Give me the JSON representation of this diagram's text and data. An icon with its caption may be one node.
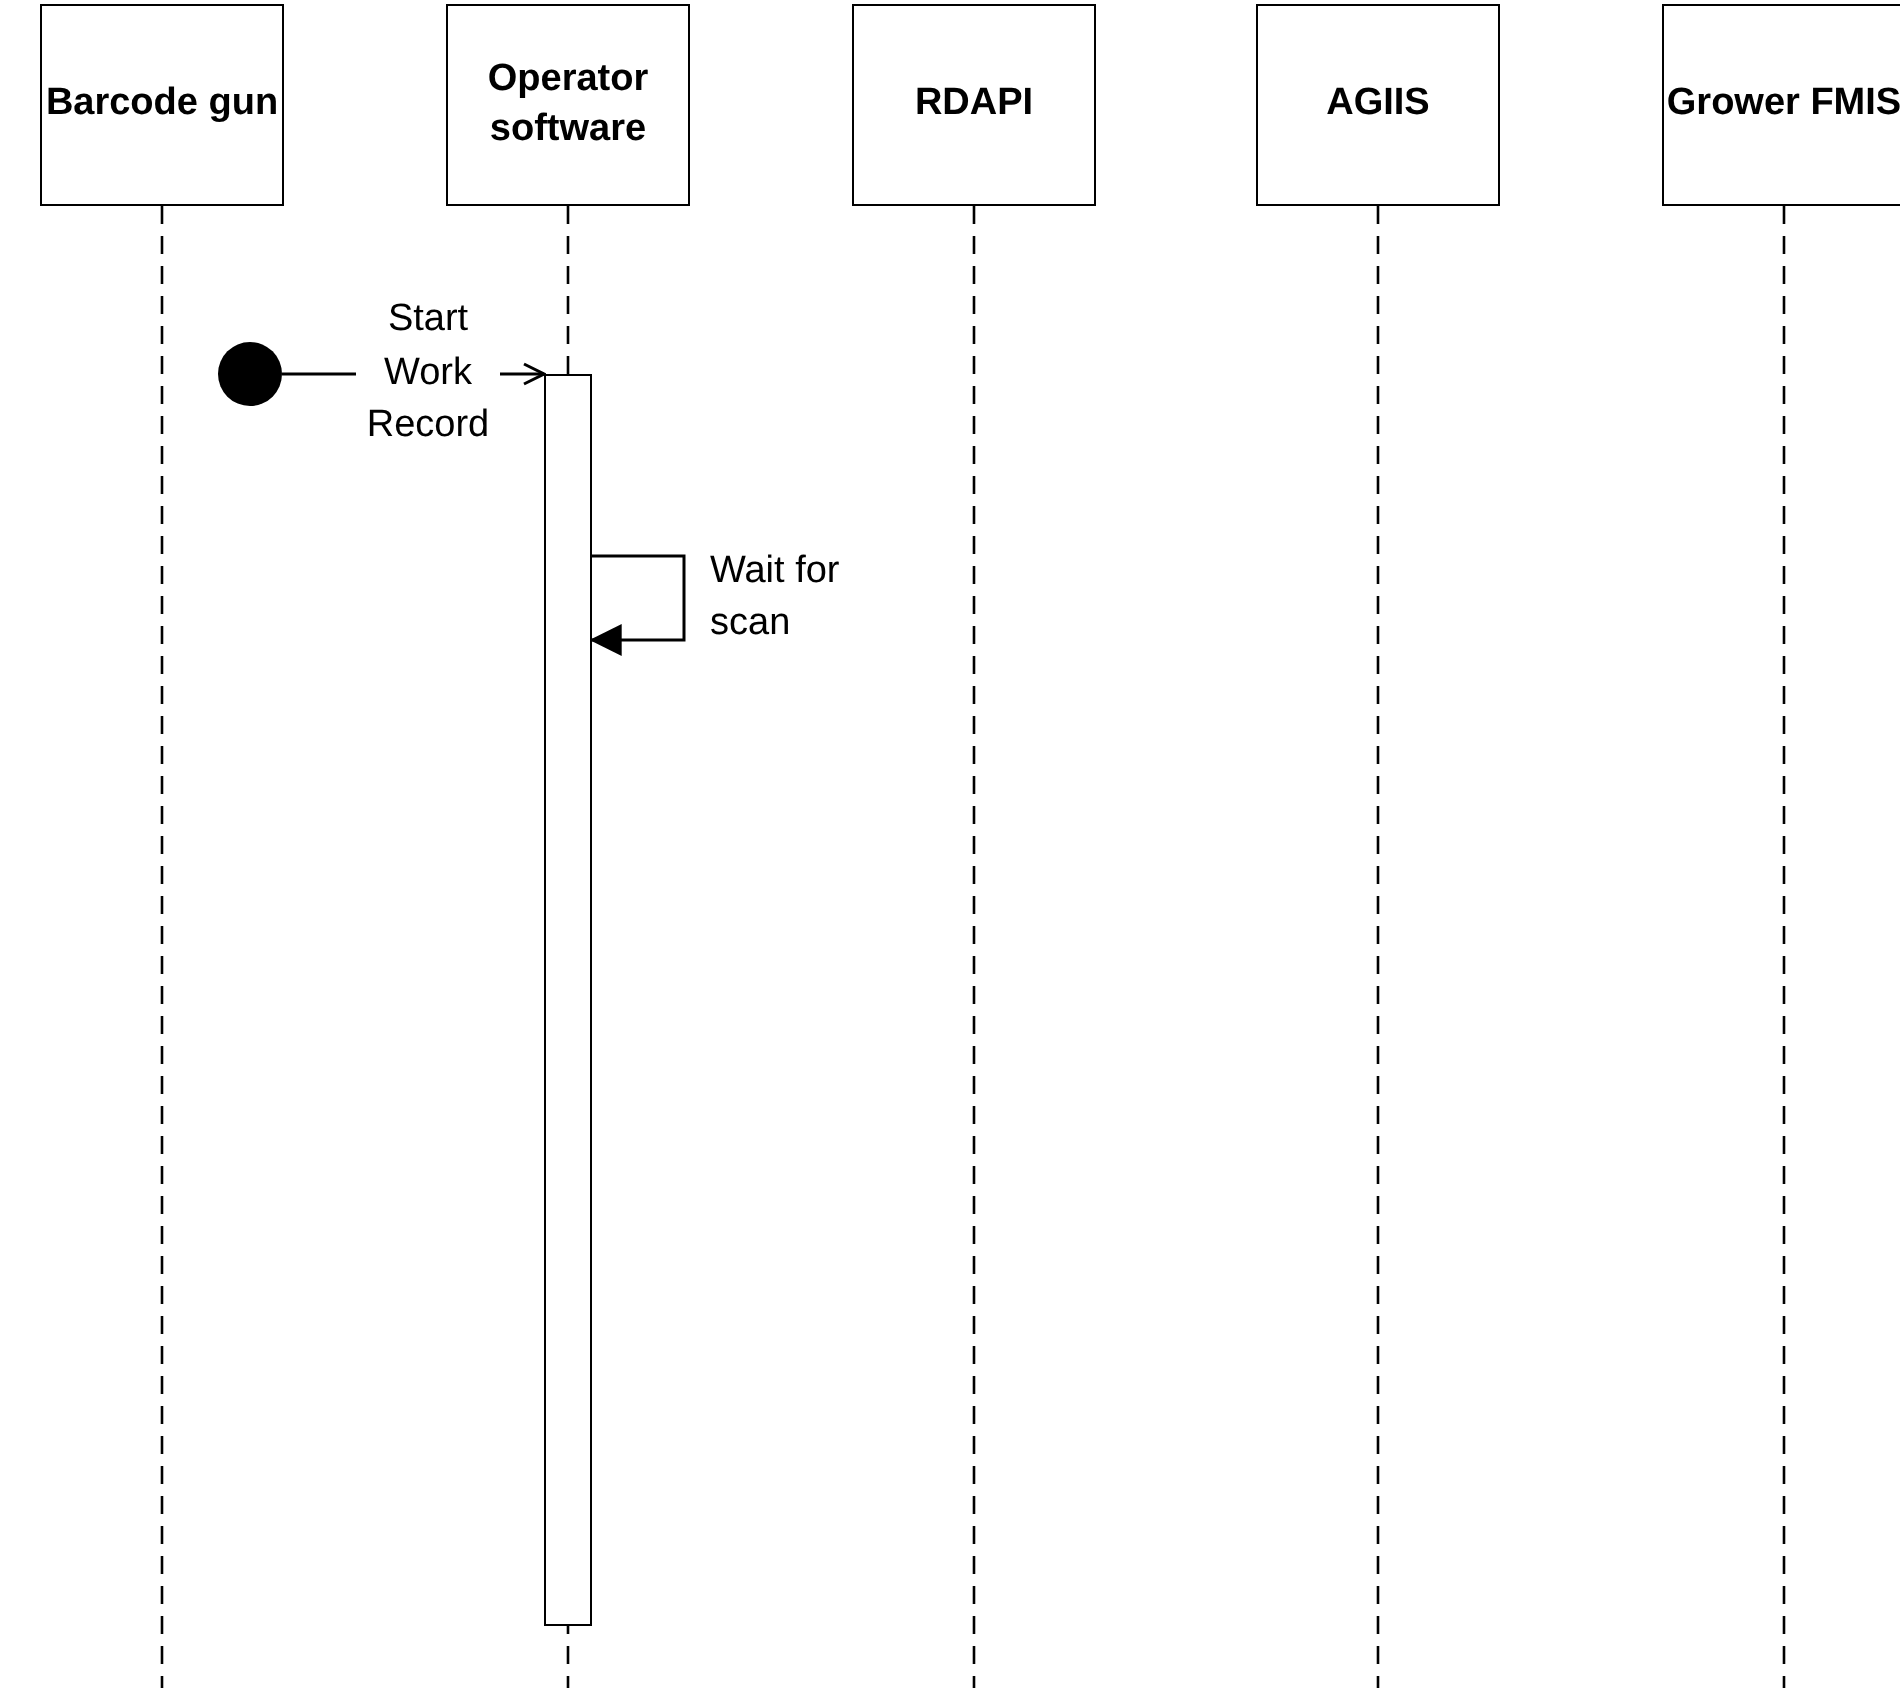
{
  "diagram": {
    "nodes": [
      {
        "text": [
          "Barcode gun"
        ]
      },
      {
        "text": [
          "Operator software"
        ]
      },
      {
        "text": [
          "RDAPI"
        ]
      },
      {
        "text": [
          "AGIIS"
        ]
      },
      {
        "text": [
          "Grower FMIS"
        ]
      },
      {
        "text": [],
        "shape": "circle"
      },
      {
        "text": [],
        "shape": "bar"
      }
    ],
    "edges": [
      {
        "from": 5,
        "to": 6,
        "label": "Start Work Record",
        "arrow": "to"
      },
      {
        "from": 6,
        "to": 6,
        "label": "Wait for scan",
        "arrow": "to"
      }
    ]
  }
}
